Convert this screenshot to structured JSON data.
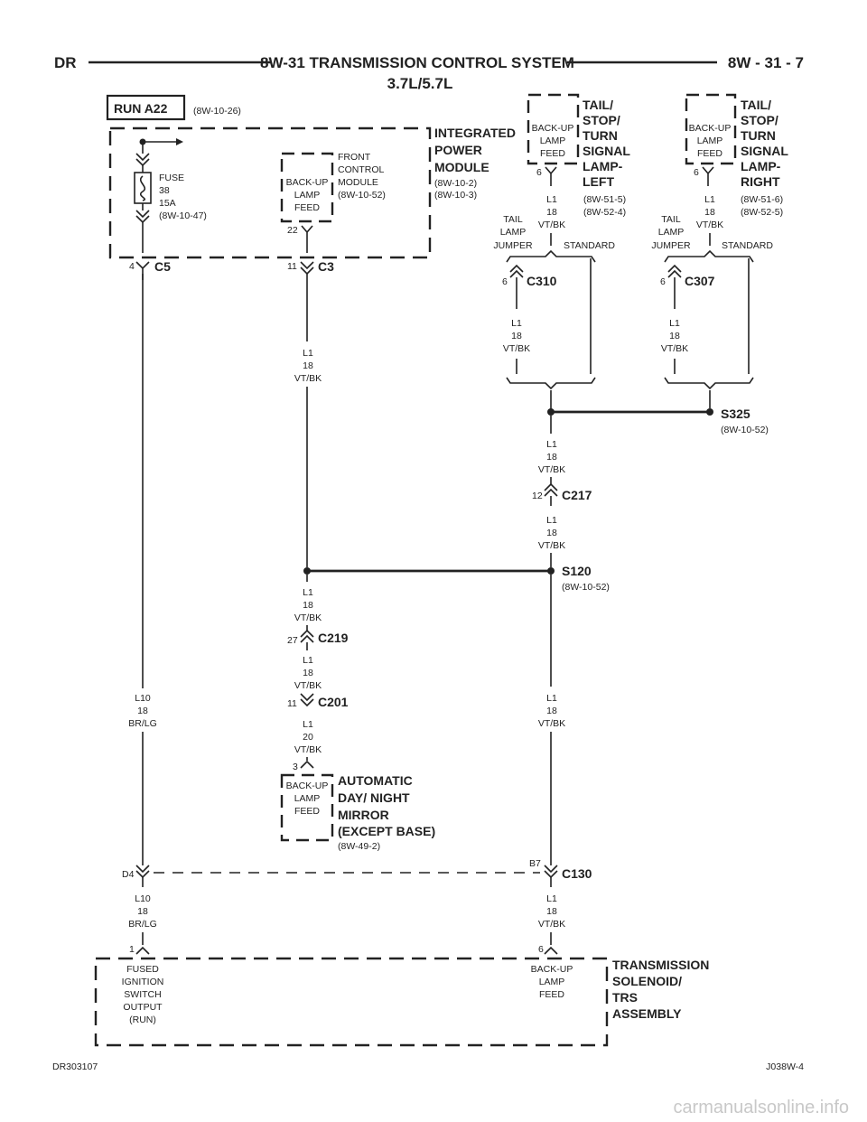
{
  "header": {
    "left": "DR",
    "title": "8W-31 TRANSMISSION CONTROL SYSTEM",
    "right": "8W - 31 - 7",
    "subtitle": "3.7L/5.7L"
  },
  "run_feed": {
    "label": "RUN A22",
    "ref": "(8W-10-26)"
  },
  "ipm": {
    "title": [
      "INTEGRATED",
      "POWER",
      "MODULE"
    ],
    "refs": [
      "(8W-10-2)",
      "(8W-10-3)"
    ],
    "fuse": [
      "FUSE",
      "38",
      "15A",
      "(8W-10-47)"
    ],
    "fcm": [
      "FRONT",
      "CONTROL",
      "MODULE",
      "(8W-10-52)"
    ],
    "backup_feed": [
      "BACK-UP",
      "LAMP",
      "FEED"
    ],
    "pin_fcm": "22",
    "c5_pin": "4",
    "c5": "C5",
    "c3_pin": "11",
    "c3": "C3"
  },
  "lamp_left": {
    "title": [
      "TAIL/",
      "STOP/",
      "TURN",
      "SIGNAL",
      "LAMP-",
      "LEFT"
    ],
    "refs": [
      "(8W-51-5)",
      "(8W-52-4)"
    ],
    "feed": [
      "BACK-UP",
      "LAMP",
      "FEED"
    ],
    "pin": "6"
  },
  "lamp_right": {
    "title": [
      "TAIL/",
      "STOP/",
      "TURN",
      "SIGNAL",
      "LAMP-",
      "RIGHT"
    ],
    "refs": [
      "(8W-51-6)",
      "(8W-52-5)"
    ],
    "feed": [
      "BACK-UP",
      "LAMP",
      "FEED"
    ],
    "pin": "6"
  },
  "jumper": {
    "tail": [
      "TAIL",
      "LAMP",
      "JUMPER"
    ],
    "standard": "STANDARD"
  },
  "wire_l1": [
    "L1",
    "18",
    "VT/BK"
  ],
  "wire_l1_20": [
    "L1",
    "20",
    "VT/BK"
  ],
  "wire_l10": [
    "L10",
    "18",
    "BR/LG"
  ],
  "connectors": {
    "c310": "C310",
    "c310_pin": "6",
    "c307": "C307",
    "c307_pin": "6",
    "c217": "C217",
    "c217_pin": "12",
    "c219": "C219",
    "c219_pin": "27",
    "c201": "C201",
    "c201_pin": "11",
    "c130": "C130",
    "c130_pin_left": "D4",
    "c130_pin_right": "B7"
  },
  "splices": {
    "s325": "S325",
    "s325_ref": "(8W-10-52)",
    "s120": "S120",
    "s120_ref": "(8W-10-52)"
  },
  "mirror": {
    "title": [
      "AUTOMATIC",
      "DAY/ NIGHT",
      "MIRROR",
      "(EXCEPT BASE)"
    ],
    "ref": "(8W-49-2)",
    "feed": [
      "BACK-UP",
      "LAMP",
      "FEED"
    ],
    "pin": "3"
  },
  "trs": {
    "title": [
      "TRANSMISSION",
      "SOLENOID/",
      "TRS",
      "ASSEMBLY"
    ],
    "left": [
      "FUSED",
      "IGNITION",
      "SWITCH",
      "OUTPUT",
      "(RUN)"
    ],
    "right": [
      "BACK-UP",
      "LAMP",
      "FEED"
    ],
    "pin_left": "1",
    "pin_right": "6"
  },
  "footer": {
    "left": "DR303107",
    "right": "J038W-4"
  },
  "watermark": "carmanualsonline.info"
}
